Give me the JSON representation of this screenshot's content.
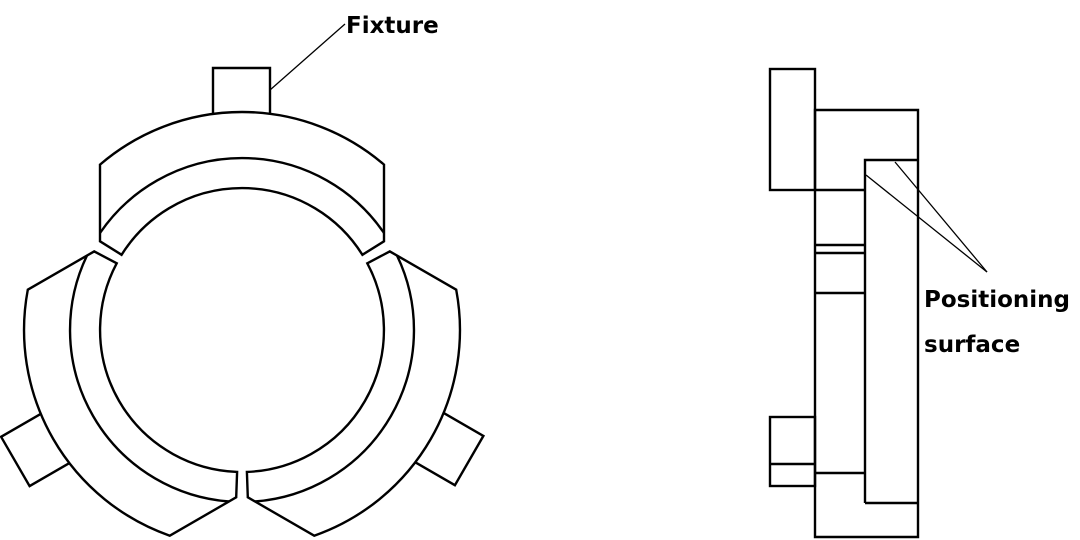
{
  "front_view": {
    "fixture_label": "Fixture",
    "segment_count": 3
  },
  "side_view": {
    "positioning_label_line1": "Positioning",
    "positioning_label_line2": "surface"
  },
  "colors": {
    "stroke": "#000000",
    "background": "#ffffff"
  }
}
